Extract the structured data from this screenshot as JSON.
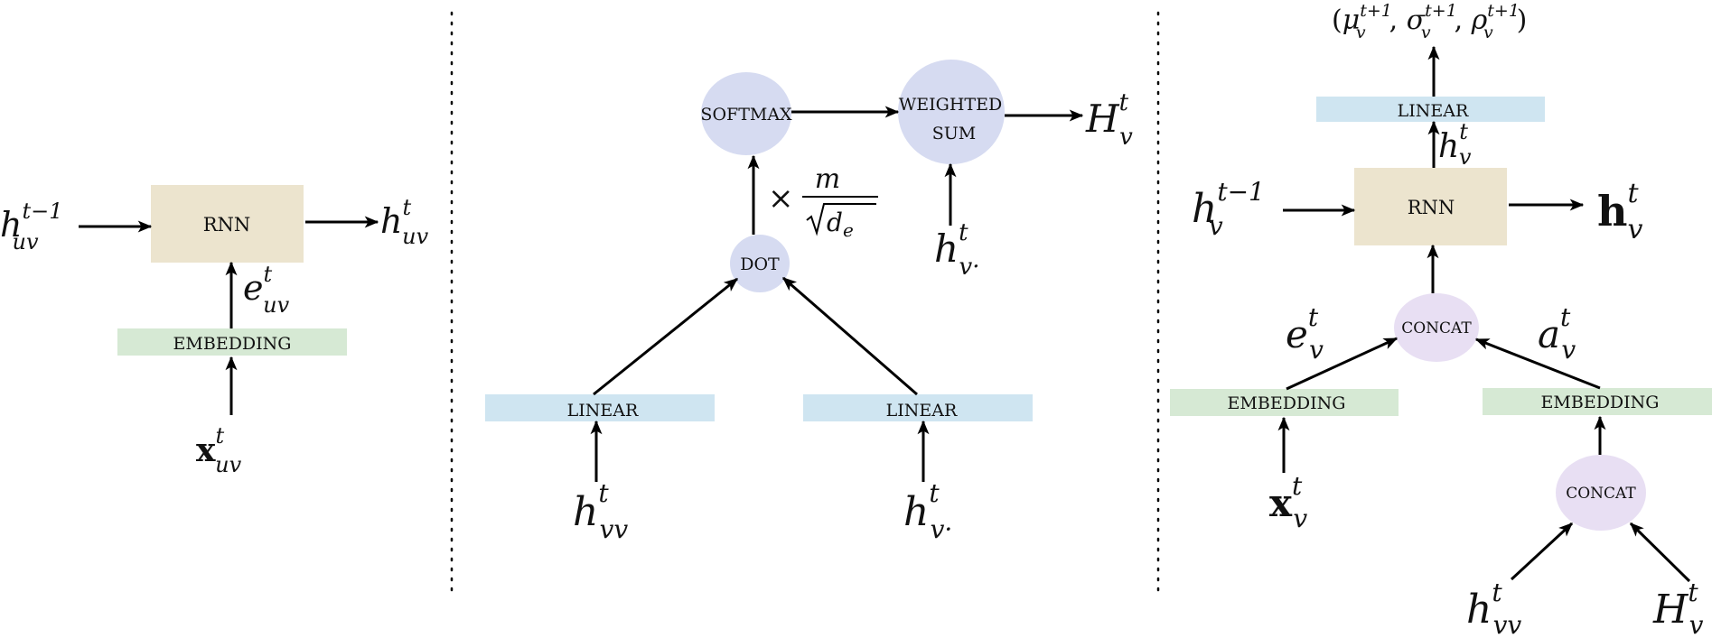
{
  "colors": {
    "rnn_fill": "#ece4ce",
    "embedding_fill": "#d6e9d4",
    "linear_fill": "#cfe5f1",
    "op_node_fill": "#d6dbf1",
    "concat_fill": "#e8dff3",
    "ink": "#000000"
  },
  "panel1": {
    "rnn_label": "RNN",
    "embedding_label": "EMBEDDING",
    "in_h": {
      "base": "h",
      "sub": "uv",
      "sup": "t−1"
    },
    "out_h": {
      "base": "h",
      "sub": "uv",
      "sup": "t"
    },
    "e_label": {
      "base": "e",
      "sub": "uv",
      "sup": "t"
    },
    "x_label": {
      "base": "x",
      "sub": "uv",
      "sup": "t"
    }
  },
  "panel2": {
    "softmax_label": "SOFTMAX",
    "weighted_sum_line1": "WEIGHTED",
    "weighted_sum_line2": "SUM",
    "dot_label": "DOT",
    "linear_left_label": "LINEAR",
    "linear_right_label": "LINEAR",
    "out_H": {
      "base": "H",
      "sub": "v",
      "sup": "t"
    },
    "scale_times": "×",
    "scale_num": "m",
    "scale_den_base": "d",
    "scale_den_sub": "e",
    "h_dot_top": {
      "base": "h",
      "sub": "v·",
      "sup": "t"
    },
    "h_vv_bottom": {
      "base": "h",
      "sub": "vv",
      "sup": "t"
    },
    "h_dot_bottom": {
      "base": "h",
      "sub": "v·",
      "sup": "t"
    }
  },
  "panel3": {
    "out_params": "(μ",
    "out_params_full": [
      "μ",
      "σ",
      "ρ"
    ],
    "out_sup": "t+1",
    "out_sub": "v",
    "linear_label": "LINEAR",
    "rnn_label": "RNN",
    "concat_top_label": "CONCAT",
    "concat_bottom_label": "CONCAT",
    "embedding_left_label": "EMBEDDING",
    "embedding_right_label": "EMBEDDING",
    "h_mid": {
      "base": "h",
      "sub": "v",
      "sup": "t"
    },
    "in_h": {
      "base": "h",
      "sub": "v",
      "sup": "t−1"
    },
    "out_h": {
      "base": "h",
      "sub": "v",
      "sup": "t"
    },
    "e_label": {
      "base": "e",
      "sub": "v",
      "sup": "t"
    },
    "a_label": {
      "base": "a",
      "sub": "v",
      "sup": "t"
    },
    "x_label": {
      "base": "x",
      "sub": "v",
      "sup": "t"
    },
    "h_vv": {
      "base": "h",
      "sub": "vv",
      "sup": "t"
    },
    "H_v": {
      "base": "H",
      "sub": "v",
      "sup": "t"
    }
  }
}
